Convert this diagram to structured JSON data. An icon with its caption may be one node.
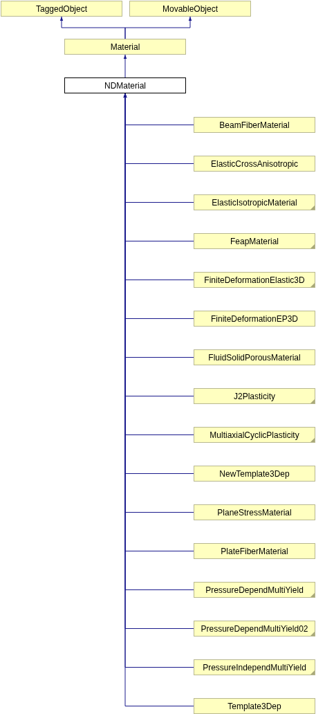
{
  "diagram": {
    "nodes": [
      {
        "text": [
          "TaggedObject"
        ]
      },
      {
        "text": [
          "MovableObject"
        ]
      },
      {
        "text": [
          "Material"
        ]
      },
      {
        "text": [
          "NDMaterial"
        ]
      },
      {
        "text": [
          "BeamFiberMaterial"
        ]
      },
      {
        "text": [
          "ElasticCrossAnisotropic"
        ]
      },
      {
        "text": [
          "ElasticIsotropicMaterial"
        ]
      },
      {
        "text": [
          "FeapMaterial"
        ]
      },
      {
        "text": [
          "FiniteDeformationElastic3D"
        ]
      },
      {
        "text": [
          "FiniteDeformationEP3D"
        ]
      },
      {
        "text": [
          "FluidSolidPorousMaterial"
        ]
      },
      {
        "text": [
          "J2Plasticity"
        ]
      },
      {
        "text": [
          "MultiaxialCyclicPlasticity"
        ]
      },
      {
        "text": [
          "NewTemplate3Dep"
        ]
      },
      {
        "text": [
          "PlaneStressMaterial"
        ]
      },
      {
        "text": [
          "PlateFiberMaterial"
        ]
      },
      {
        "text": [
          "PressureDependMultiYield"
        ]
      },
      {
        "text": [
          "PressureDependMultiYield02"
        ]
      },
      {
        "text": [
          "PressureIndependMultiYield"
        ]
      },
      {
        "text": [
          "Template3Dep"
        ]
      }
    ],
    "edges": [
      {
        "from": 2,
        "to": 0,
        "arrow": "to"
      },
      {
        "from": 2,
        "to": 1,
        "arrow": "to"
      },
      {
        "from": 3,
        "to": 2,
        "arrow": "to"
      },
      {
        "from": 4,
        "to": 3,
        "arrow": "to"
      },
      {
        "from": 5,
        "to": 3,
        "arrow": "to"
      },
      {
        "from": 6,
        "to": 3,
        "arrow": "to"
      },
      {
        "from": 7,
        "to": 3,
        "arrow": "to"
      },
      {
        "from": 8,
        "to": 3,
        "arrow": "to"
      },
      {
        "from": 9,
        "to": 3,
        "arrow": "to"
      },
      {
        "from": 10,
        "to": 3,
        "arrow": "to"
      },
      {
        "from": 11,
        "to": 3,
        "arrow": "to"
      },
      {
        "from": 12,
        "to": 3,
        "arrow": "to"
      },
      {
        "from": 13,
        "to": 3,
        "arrow": "to"
      },
      {
        "from": 14,
        "to": 3,
        "arrow": "to"
      },
      {
        "from": 15,
        "to": 3,
        "arrow": "to"
      },
      {
        "from": 16,
        "to": 3,
        "arrow": "to"
      },
      {
        "from": 17,
        "to": 3,
        "arrow": "to"
      },
      {
        "from": 18,
        "to": 3,
        "arrow": "to"
      },
      {
        "from": 19,
        "to": 3,
        "arrow": "to"
      }
    ]
  }
}
